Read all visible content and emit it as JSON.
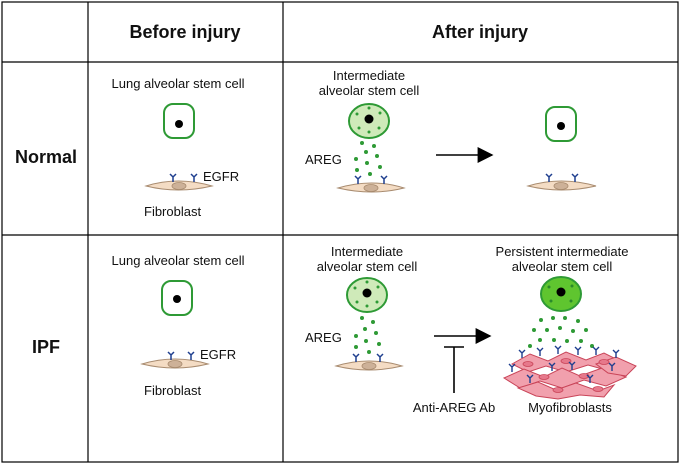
{
  "header": {
    "before": "Before injury",
    "after": "After injury"
  },
  "rows": {
    "normal": "Normal",
    "ipf": "IPF"
  },
  "labels": {
    "normal_stem": "Lung alveolar stem cell",
    "normal_egfr": "EGFR",
    "normal_fibroblast": "Fibroblast",
    "normal_intermediate": [
      "Intermediate",
      "alveolar stem cell"
    ],
    "normal_areg": "AREG",
    "ipf_stem": "Lung alveolar stem cell",
    "ipf_egfr": "EGFR",
    "ipf_fibroblast": "Fibroblast",
    "ipf_intermediate": [
      "Intermediate",
      "alveolar stem cell"
    ],
    "ipf_areg": "AREG",
    "ipf_antibody": "Anti-AREG Ab",
    "ipf_persistent": [
      "Persistent intermediate",
      "alveolar stem cell"
    ],
    "ipf_myofibroblasts": "Myofibroblasts"
  },
  "colors": {
    "cell_outline": "#2e9a35",
    "light_cell_fill": "#cfeab9",
    "dark_cell_fill": "#5fc52f",
    "dots": "#2e9a35",
    "fibroblast_fill": "#f4dcc4",
    "fibroblast_stroke": "#a88b6f",
    "receptor": "#1f3f8f",
    "myofibroblast_fill": "#f1a0ad",
    "myofibroblast_stroke": "#c94458",
    "lines": "#000000"
  }
}
